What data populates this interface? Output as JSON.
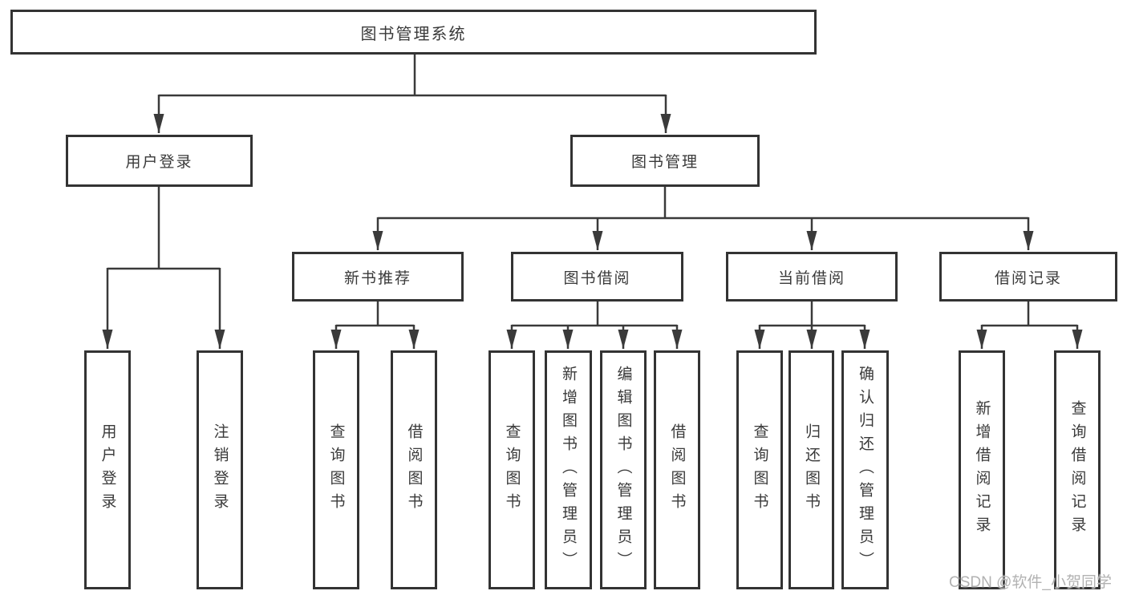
{
  "diagram": {
    "title": {
      "label": "图书管理系统"
    },
    "branches": [
      {
        "label": "用户登录",
        "children": [
          {
            "label": "用户登录"
          },
          {
            "label": "注销登录"
          }
        ]
      },
      {
        "label": "图书管理",
        "children": [
          {
            "label": "新书推荐",
            "children": [
              {
                "label": "查询图书"
              },
              {
                "label": "借阅图书"
              }
            ]
          },
          {
            "label": "图书借阅",
            "children": [
              {
                "label": "查询图书"
              },
              {
                "label": "新增图书（管理员）"
              },
              {
                "label": "编辑图书（管理员）"
              },
              {
                "label": "借阅图书"
              }
            ]
          },
          {
            "label": "当前借阅",
            "children": [
              {
                "label": "查询图书"
              },
              {
                "label": "归还图书"
              },
              {
                "label": "确认归还（管理员）"
              }
            ]
          },
          {
            "label": "借阅记录",
            "children": [
              {
                "label": "新增借阅记录"
              },
              {
                "label": "查询借阅记录"
              }
            ]
          }
        ]
      }
    ],
    "colors": {
      "line": "#3a3a3a",
      "border": "#333333",
      "text": "#3a3a3a",
      "background": "#ffffff"
    }
  },
  "watermark": {
    "text": "CSDN @软件_小贺同学",
    "color": "#b2b2b2"
  }
}
